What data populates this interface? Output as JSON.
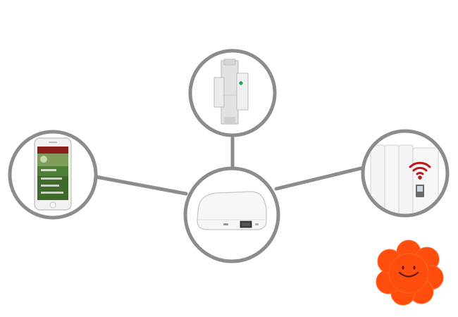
{
  "diagram": {
    "type": "hub-and-spoke",
    "hub": {
      "icon": "gateway-device-icon"
    },
    "nodes": [
      {
        "id": "din-rail-module",
        "icon": "din-rail-module-icon"
      },
      {
        "id": "smartphone-app",
        "icon": "smartphone-app-icon"
      },
      {
        "id": "wifi-radiator",
        "icon": "wifi-radiator-icon"
      }
    ],
    "logo": {
      "icon": "smiling-flower-logo"
    }
  },
  "colors": {
    "ring": "#8c8c8c",
    "connector": "#8c8c8c",
    "wifi_accent": "#c0161d",
    "logo_orange": "#ff4d0d",
    "logo_face": "#5a1f10"
  }
}
